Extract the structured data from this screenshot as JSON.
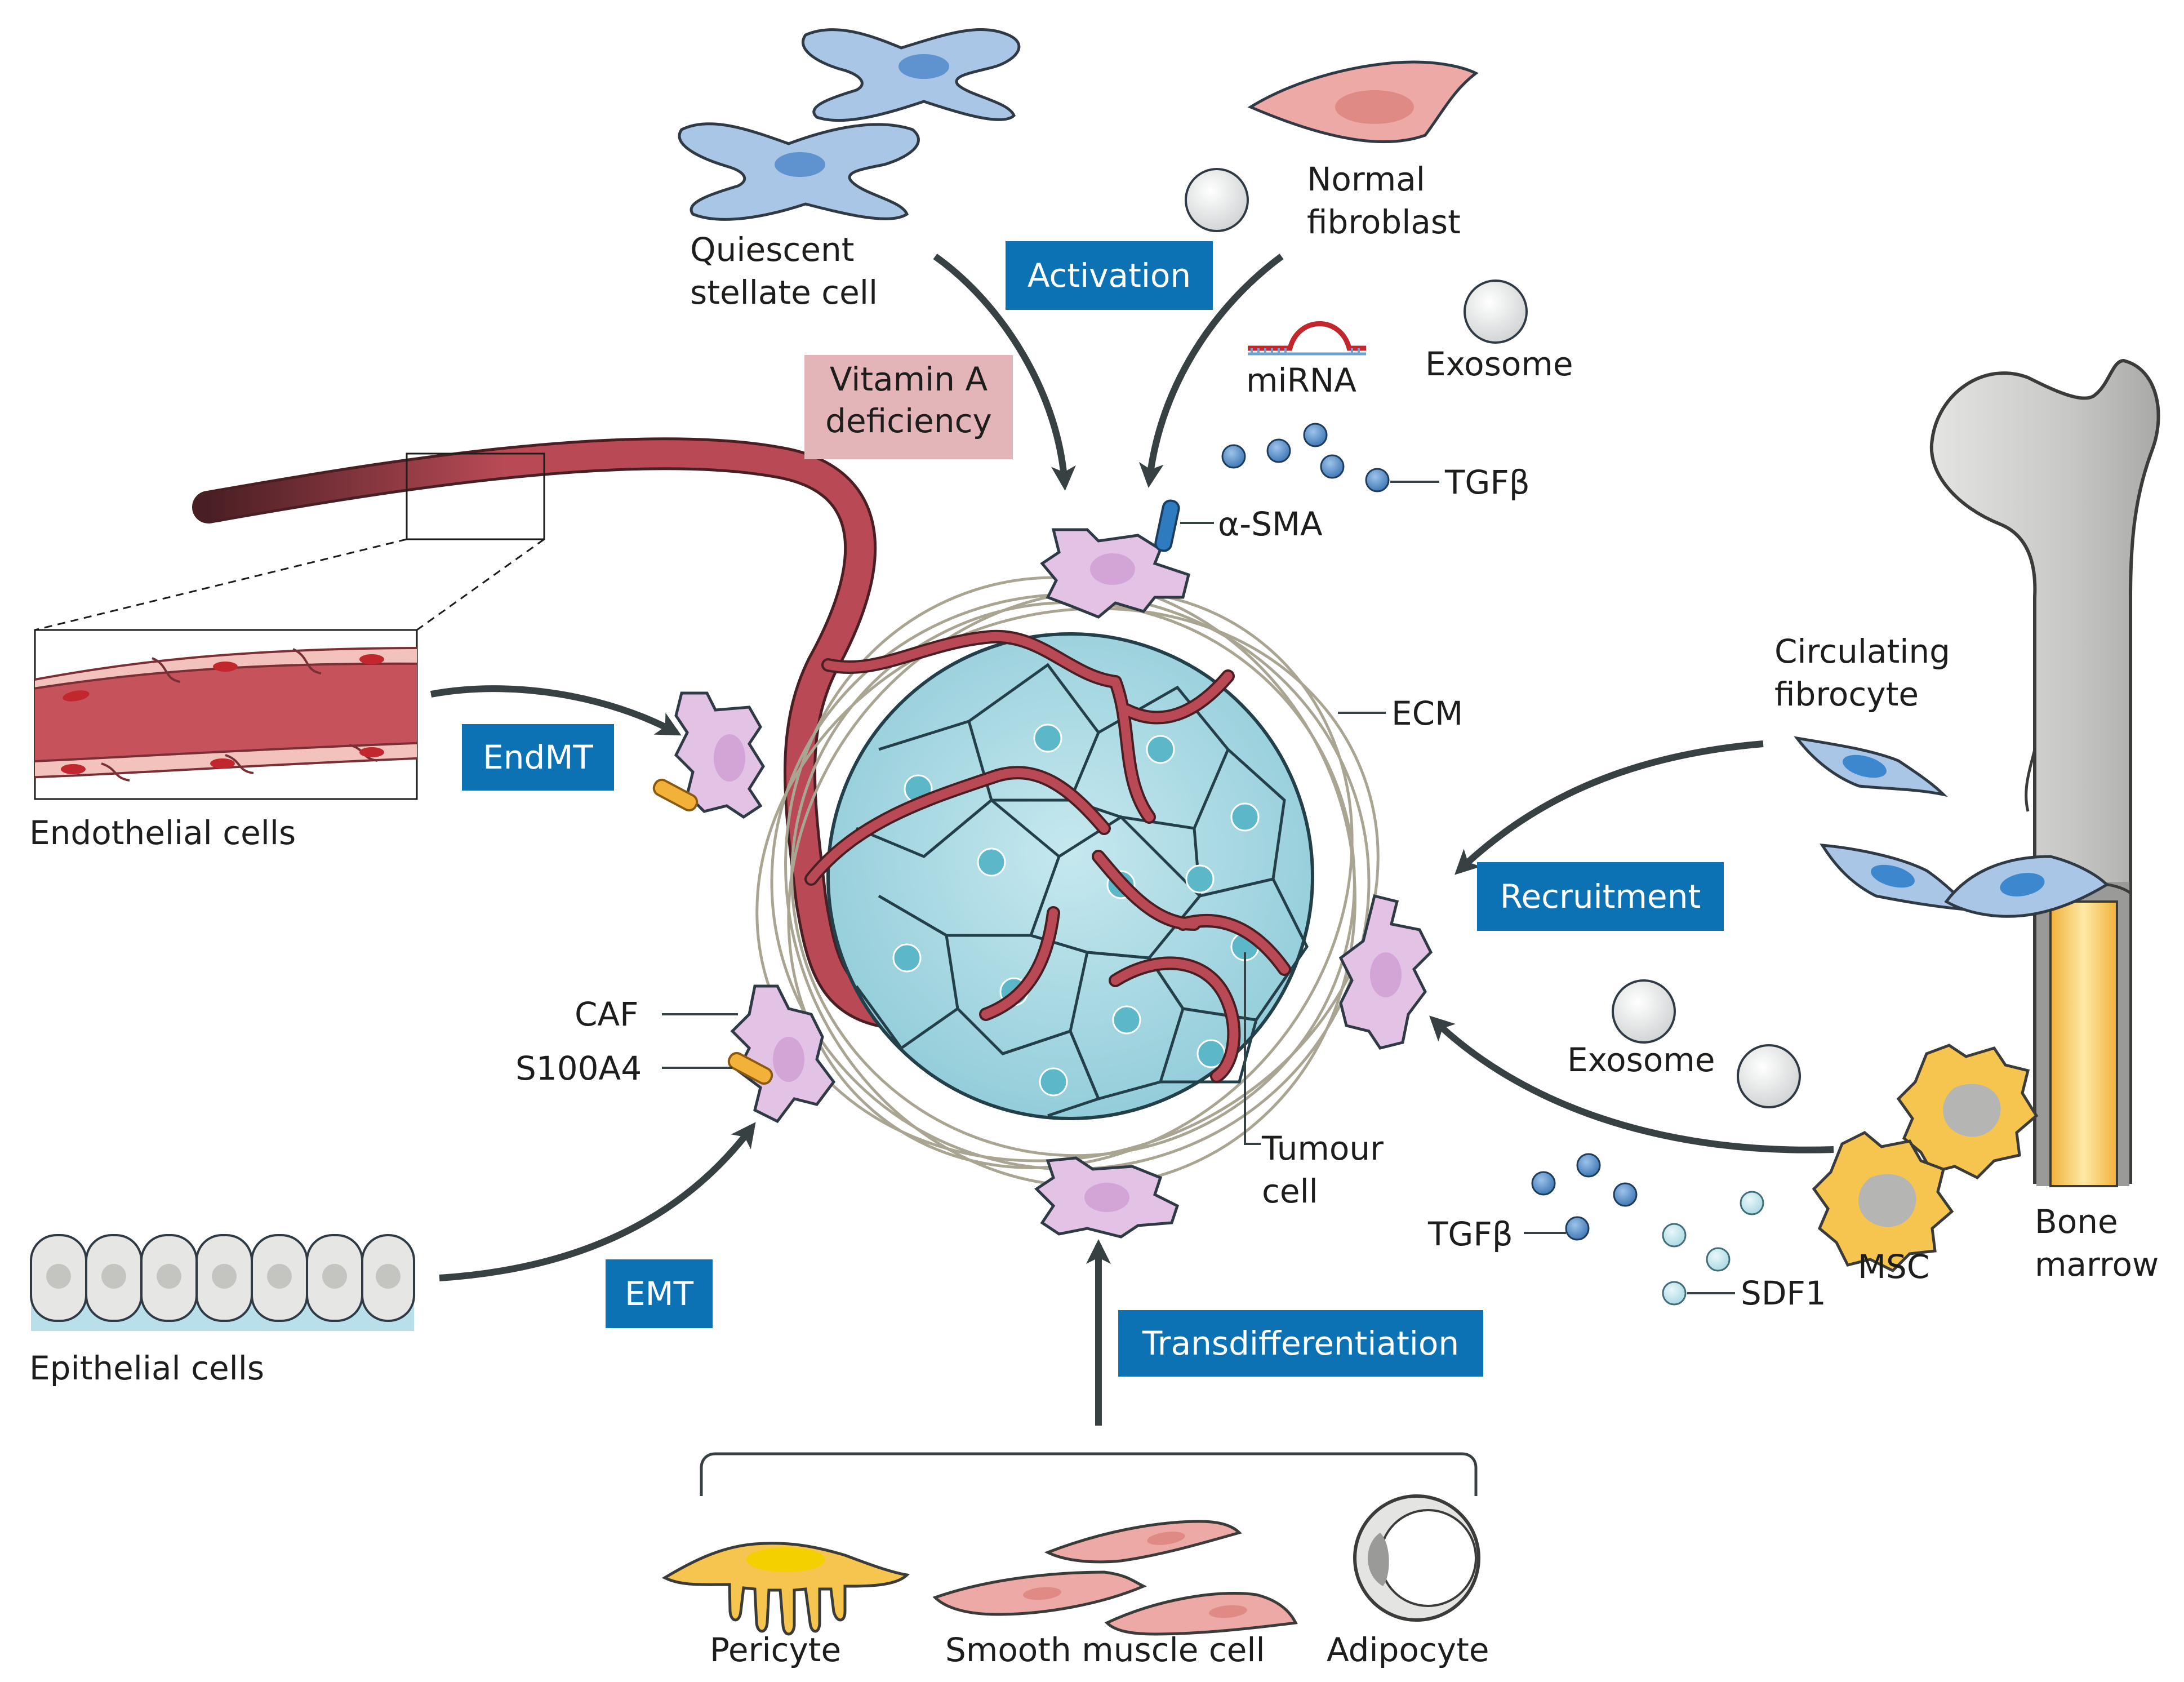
{
  "labels": {
    "quiescent": [
      "Quiescent",
      "stellate cell"
    ],
    "normal_fibroblast": [
      "Normal",
      "fibroblast"
    ],
    "mirna": "miRNA",
    "exosome_top": "Exosome",
    "tgfb_top": "TGFβ",
    "asma": "α-SMA",
    "ecm": "ECM",
    "endothelial": "Endothelial cells",
    "caf": "CAF",
    "s100a4": "S100A4",
    "epithelial": "Epithelial cells",
    "tumour": [
      "Tumour",
      "cell"
    ],
    "circulating": [
      "Circulating",
      "fibrocyte"
    ],
    "exosome_right": "Exosome",
    "tgfb_bottom": "TGFβ",
    "sdf1": "SDF1",
    "msc": "MSC",
    "bone_marrow": [
      "Bone",
      "marrow"
    ],
    "pericyte": "Pericyte",
    "smooth_muscle": "Smooth muscle cell",
    "adipocyte": "Adipocyte"
  },
  "process_boxes": {
    "activation": "Activation",
    "endmt": "EndMT",
    "recruitment": "Recruitment",
    "emt": "EMT",
    "transdifferentiation": "Transdifferentiation"
  },
  "highlight_box": {
    "vitamin_a": [
      "Vitamin A",
      "deficiency"
    ]
  },
  "colors": {
    "process_box": "#0c72b4",
    "vitamin_box": "#e4b5b8",
    "stellate": "#a9c6e6",
    "fibroblast_pink": "#eda9a5",
    "caf_lilac": "#e2c3e5",
    "tumour_cyan": "#a7d9e3",
    "vessel_red": "#b94a55",
    "arrow": "#374043",
    "bone_gray": "#cfcfce",
    "marrow_yellow": "#f8c44a",
    "msc_yellow": "#f6c54f",
    "tgfb_blue": "#5b93c9",
    "sdf1_cyan": "#c6e8ef"
  }
}
